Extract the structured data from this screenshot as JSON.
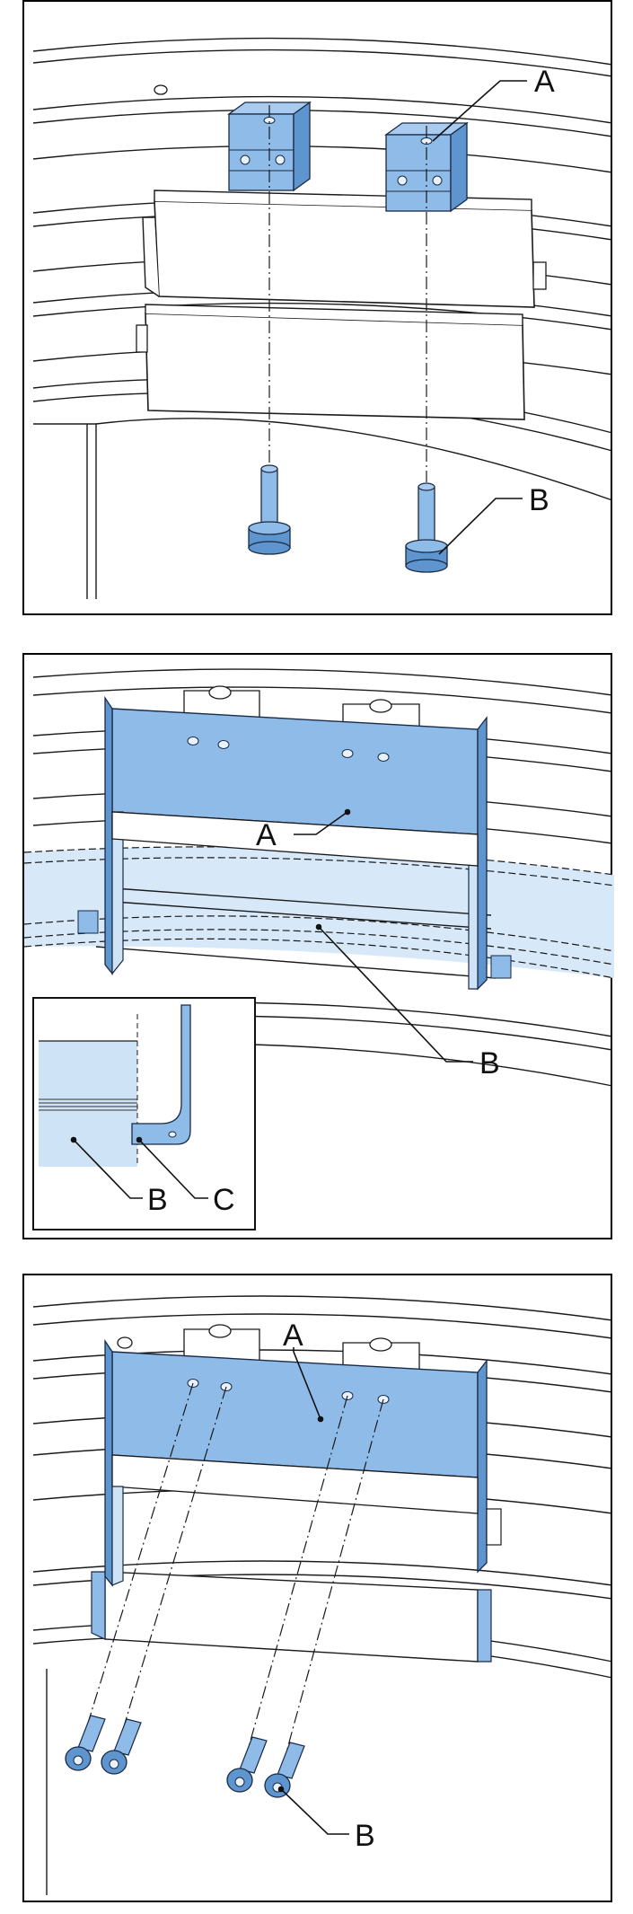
{
  "colors": {
    "part_fill": "#8fbbe8",
    "part_dark": "#5f95cf",
    "part_stroke": "#1a2a44",
    "transparent_part": "#cfe3f6",
    "line": "#1a1a1a",
    "background": "#ffffff"
  },
  "panels": [
    {
      "callouts": {
        "a": "A",
        "b": "B"
      }
    },
    {
      "callouts": {
        "a": "A",
        "b": "B",
        "inset_b": "B",
        "inset_c": "C"
      }
    },
    {
      "callouts": {
        "a": "A",
        "b": "B"
      }
    }
  ]
}
